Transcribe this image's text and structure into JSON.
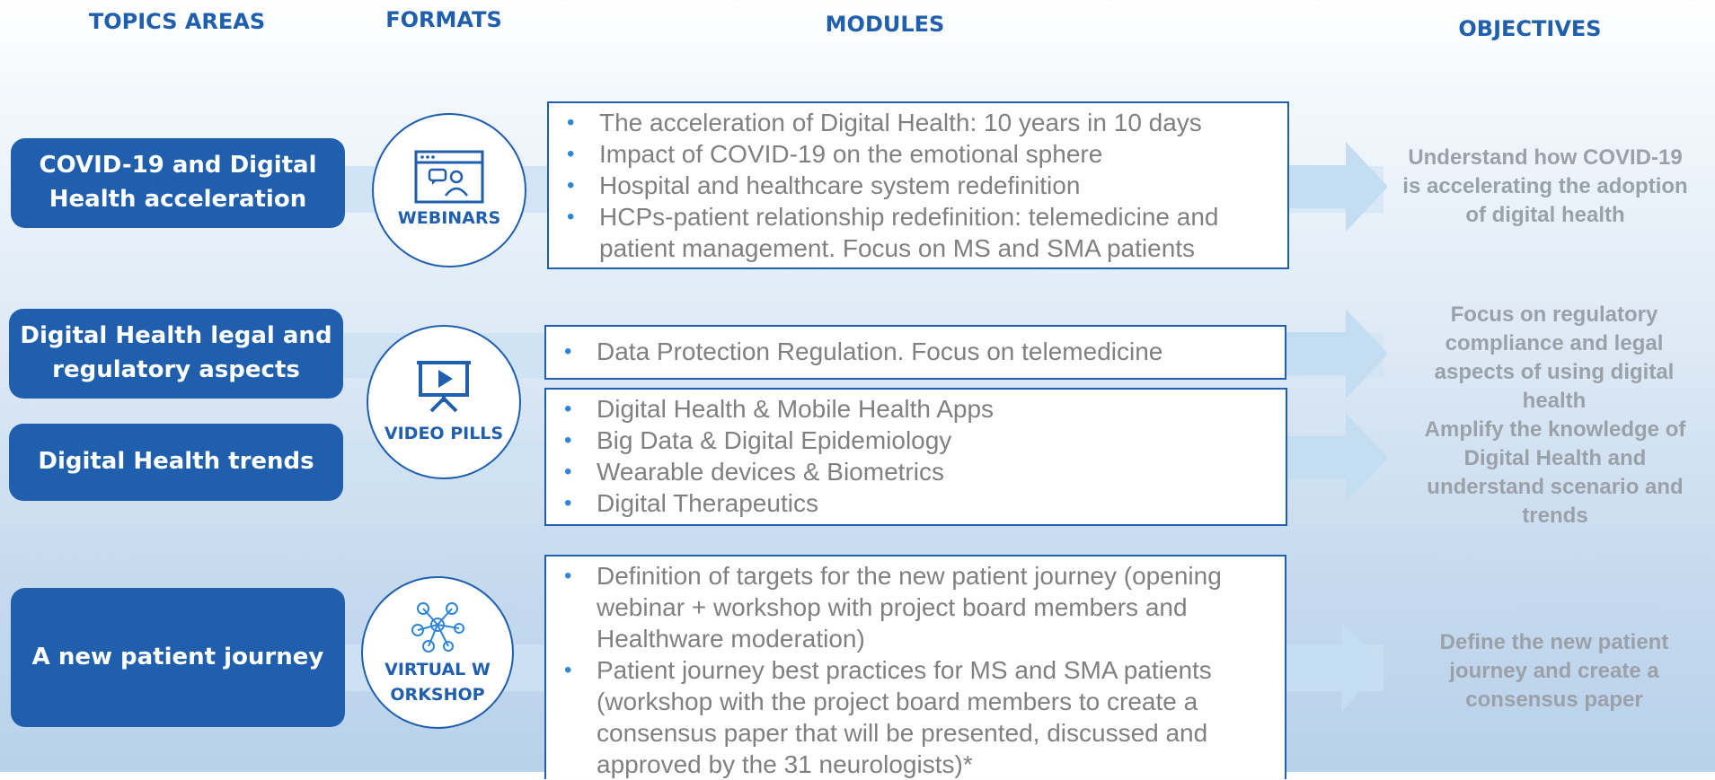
{
  "headers": {
    "topics": "TOPICS AREAS",
    "formats": "FORMATS",
    "modules": "MODULES",
    "objectives": "OBJECTIVES"
  },
  "topics": [
    {
      "label": "COVID-19 and Digital Health acceleration"
    },
    {
      "label": "Digital Health legal and regulatory aspects"
    },
    {
      "label": "Digital Health trends"
    },
    {
      "label": "A new patient journey"
    }
  ],
  "formats": [
    {
      "label": "WEBINARS",
      "icon": "webinar-icon"
    },
    {
      "label": "VIDEO PILLS",
      "icon": "presentation-play-icon"
    },
    {
      "label": "VIRTUAL WORKSHOP",
      "icon": "network-people-icon"
    }
  ],
  "modules": [
    {
      "items": [
        "The acceleration of Digital Health: 10 years in 10 days",
        "Impact of COVID-19 on the emotional sphere",
        "Hospital and healthcare system redefinition",
        "HCPs-patient relationship redefinition: telemedicine and patient management. Focus on MS and SMA patients"
      ]
    },
    {
      "items": [
        "Data Protection Regulation. Focus on telemedicine"
      ]
    },
    {
      "items": [
        "Digital Health & Mobile Health Apps",
        "Big Data & Digital Epidemiology",
        "Wearable devices & Biometrics",
        "Digital Therapeutics"
      ]
    },
    {
      "items": [
        "Definition of targets for the new patient journey (opening webinar + workshop with project board members and Healthware moderation)",
        "Patient journey best practices for MS and SMA patients (workshop with the project board members to create a consensus paper that will be presented, discussed and approved by the 31 neurologists)*"
      ]
    }
  ],
  "objectives": [
    {
      "text": "Understand how COVID-19 is accelerating the adoption of digital health"
    },
    {
      "text": "Focus on regulatory compliance and legal aspects of using digital health"
    },
    {
      "text": "Amplify the knowledge of Digital Health and understand scenario and trends"
    },
    {
      "text": "Define the new patient journey and create a consensus paper"
    }
  ],
  "colors": {
    "primary": "#1f5fae",
    "bullet": "#2e86d4",
    "module_text": "#808080",
    "objective_text": "#9aa1a9",
    "arrow": "#c4ddf1"
  }
}
